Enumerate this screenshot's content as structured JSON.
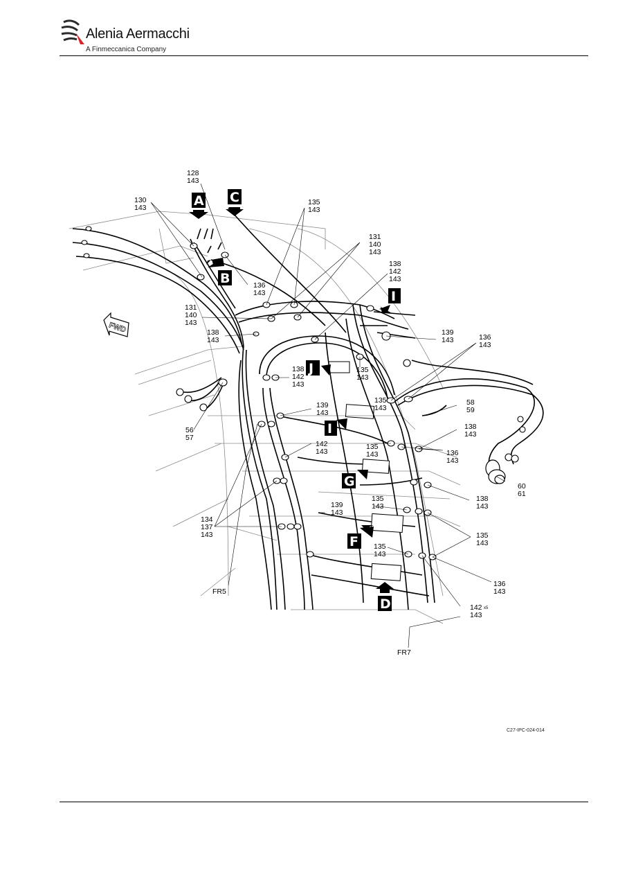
{
  "header": {
    "brand_name": "Alenia Aermacchi",
    "brand_sub": "A Finmeccanica Company",
    "logo_icon": "alenia-swirl-logo-icon",
    "logo_colors": {
      "dark": "#2b2b2b",
      "accent": "#d9242b"
    }
  },
  "figure": {
    "fwd_label": "FWD",
    "view_markers": [
      "A",
      "B",
      "C",
      "D",
      "F",
      "G",
      "I",
      "I",
      "J"
    ],
    "frame_labels": [
      "FR5",
      "FR7"
    ],
    "callouts": [
      {
        "lines": [
          "128",
          "143"
        ]
      },
      {
        "lines": [
          "130",
          "143"
        ]
      },
      {
        "lines": [
          "135",
          "143"
        ]
      },
      {
        "lines": [
          "131",
          "140",
          "143"
        ]
      },
      {
        "lines": [
          "138",
          "142",
          "143"
        ]
      },
      {
        "lines": [
          "136",
          "143"
        ]
      },
      {
        "lines": [
          "131",
          "140",
          "143"
        ]
      },
      {
        "lines": [
          "139",
          "143"
        ]
      },
      {
        "lines": [
          "138",
          "143"
        ]
      },
      {
        "lines": [
          "136",
          "143"
        ]
      },
      {
        "lines": [
          "138",
          "142",
          "143"
        ]
      },
      {
        "lines": [
          "135",
          "143"
        ]
      },
      {
        "lines": [
          "135",
          "143"
        ]
      },
      {
        "lines": [
          "58",
          "59"
        ]
      },
      {
        "lines": [
          "56",
          "57"
        ]
      },
      {
        "lines": [
          "139",
          "143"
        ]
      },
      {
        "lines": [
          "138",
          "143"
        ]
      },
      {
        "lines": [
          "142",
          "143"
        ]
      },
      {
        "lines": [
          "135",
          "143"
        ]
      },
      {
        "lines": [
          "136",
          "143"
        ]
      },
      {
        "lines": [
          "60",
          "61"
        ]
      },
      {
        "lines": [
          "135",
          "143"
        ]
      },
      {
        "lines": [
          "138",
          "143"
        ]
      },
      {
        "lines": [
          "134",
          "137",
          "143"
        ]
      },
      {
        "lines": [
          "139",
          "143"
        ]
      },
      {
        "lines": [
          "135",
          "143"
        ]
      },
      {
        "lines": [
          "135",
          "143"
        ]
      },
      {
        "lines": [
          "136",
          "143"
        ]
      },
      {
        "lines": [
          "142",
          "143"
        ]
      }
    ],
    "multiplier": "x5",
    "doc_code": "C27-IPC-024-014"
  }
}
